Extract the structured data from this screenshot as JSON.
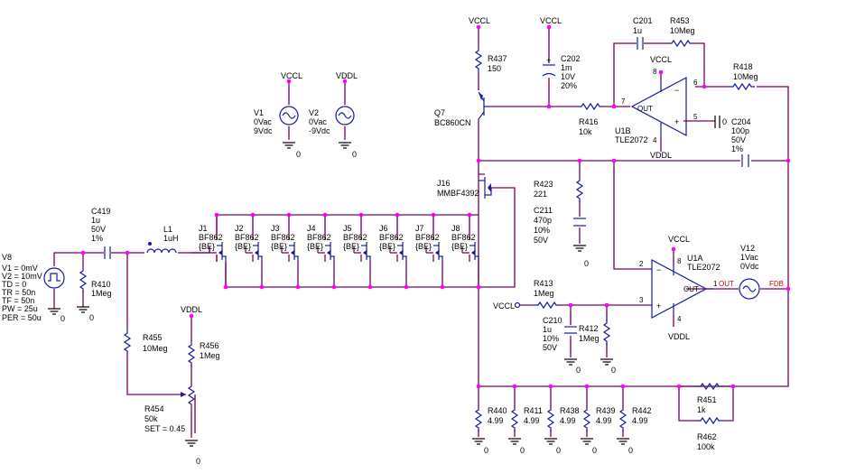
{
  "sources": [
    {
      "name": "V1",
      "lines": [
        "0Vac",
        "9Vdc"
      ],
      "rail": "VCCL"
    },
    {
      "name": "V2",
      "lines": [
        "0Vac",
        "-9Vdc"
      ],
      "rail": "VDDL"
    }
  ],
  "v8": {
    "name": "V8",
    "lines": [
      "V1 = 0mV",
      "V2 = 10mV",
      "TD = 0",
      "TR = 50n",
      "TF = 50n",
      "PW = 25u",
      "PER = 50u"
    ]
  },
  "c419": {
    "name": "C419",
    "lines": [
      "1u",
      "50V",
      "1%"
    ]
  },
  "r410": {
    "name": "R410",
    "value": "1Meg"
  },
  "l1": {
    "name": "L1",
    "value": "1uH"
  },
  "jfets": {
    "names": [
      "J1",
      "J2",
      "J3",
      "J4",
      "J5",
      "J6",
      "J7",
      "J8"
    ],
    "part": "BF862",
    "pins": "{BE}"
  },
  "j16": {
    "name": "J16",
    "part": "MMBF4392"
  },
  "q7": {
    "name": "Q7",
    "part": "BC860CN"
  },
  "r437": {
    "name": "R437",
    "value": "150"
  },
  "c202": {
    "name": "C202",
    "lines": [
      "1m",
      "10V",
      "20%"
    ]
  },
  "c201": {
    "name": "C201",
    "value": "1u"
  },
  "r453": {
    "name": "R453",
    "value": "10Meg"
  },
  "r418": {
    "name": "R418",
    "value": "10Meg"
  },
  "r416": {
    "name": "R416",
    "value": "10k"
  },
  "u1b": {
    "name": "U1B",
    "part": "TLE2072",
    "out": "OUT",
    "pins": {
      "inv": "6",
      "noninv": "5",
      "out": "7",
      "vp": "8",
      "vn": "4"
    }
  },
  "c204": {
    "name": "C204",
    "lines": [
      "100p",
      "50V",
      "1%"
    ]
  },
  "r423": {
    "name": "R423",
    "value": "221"
  },
  "c211": {
    "name": "C211",
    "lines": [
      "470p",
      "10%",
      "50V"
    ]
  },
  "u1a": {
    "name": "U1A",
    "part": "TLE2072",
    "out": "OUT",
    "pins": {
      "inv": "2",
      "noninv": "3",
      "out": "1",
      "vp": "8",
      "vn": "4"
    }
  },
  "v12": {
    "name": "V12",
    "lines": [
      "1Vac",
      "0Vdc"
    ]
  },
  "r413": {
    "name": "R413",
    "value": "1Meg"
  },
  "c210": {
    "name": "C210",
    "lines": [
      "1u",
      "10%",
      "50V"
    ]
  },
  "r412": {
    "name": "R412",
    "value": "1Meg"
  },
  "r455": {
    "name": "R455",
    "value": "10Meg"
  },
  "r456": {
    "name": "R456",
    "value": "1Meg"
  },
  "r454": {
    "name": "R454",
    "value": "50k",
    "set": "SET = 0.45"
  },
  "bottom_res": [
    {
      "name": "R440",
      "value": "4.99"
    },
    {
      "name": "R411",
      "value": "4.99"
    },
    {
      "name": "R438",
      "value": "4.99"
    },
    {
      "name": "R439",
      "value": "4.99"
    },
    {
      "name": "R442",
      "value": "4.99"
    }
  ],
  "r451": {
    "name": "R451",
    "value": "1k"
  },
  "r462": {
    "name": "R462",
    "value": "100k"
  },
  "nets": {
    "vccl": "VCCL",
    "vddl": "VDDL",
    "fdb": "FDB",
    "gnd": "0"
  },
  "colors": {
    "wire": "#7a0060",
    "part": "#1a1aa0",
    "junction": "#ff00ff",
    "net_label": "#cc0000"
  }
}
